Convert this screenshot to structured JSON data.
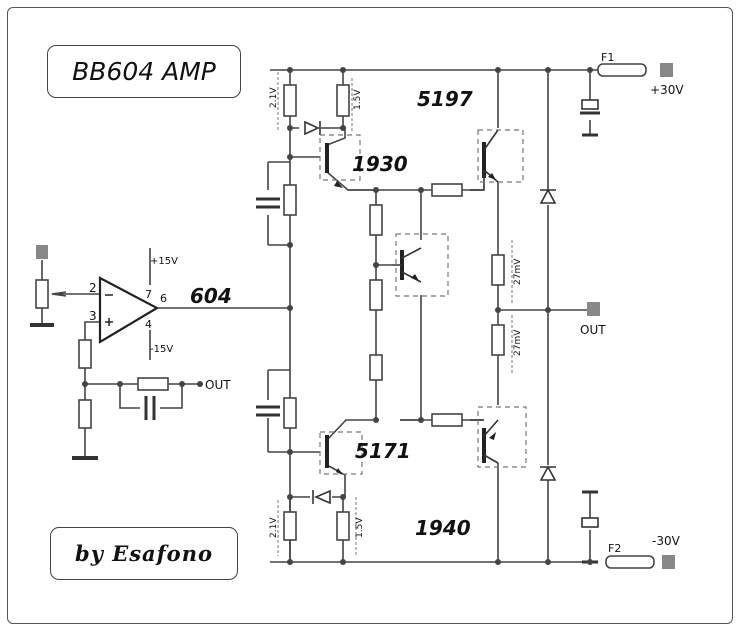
{
  "title": "BB604 AMP",
  "author": "by  Esafono",
  "labels": {
    "opamp": "604",
    "q_upper_driver": "1930",
    "q_upper_output": "5197",
    "q_lower_driver": "5171",
    "q_lower_output": "1940",
    "fuse1": "F1",
    "fuse2": "F2",
    "vplus": "+30V",
    "vminus": "-30V",
    "out_main": "OUT",
    "out_fb": "OUT",
    "pin2": "2",
    "pin3": "3",
    "pin4": "4",
    "pin6": "6",
    "pin7": "7",
    "plus15": "+15V",
    "minus15": "-15V",
    "v21_top": "2.1V",
    "v15_top": "1.5V",
    "v21_bot": "2.1V",
    "v15_bot": "1.5V",
    "r27_top": "27mV",
    "r27_bot": "27mV",
    "in_minus": "−",
    "in_plus": "+"
  },
  "colors": {
    "wire": "#444444",
    "dash": "#666666",
    "text": "#111111"
  }
}
